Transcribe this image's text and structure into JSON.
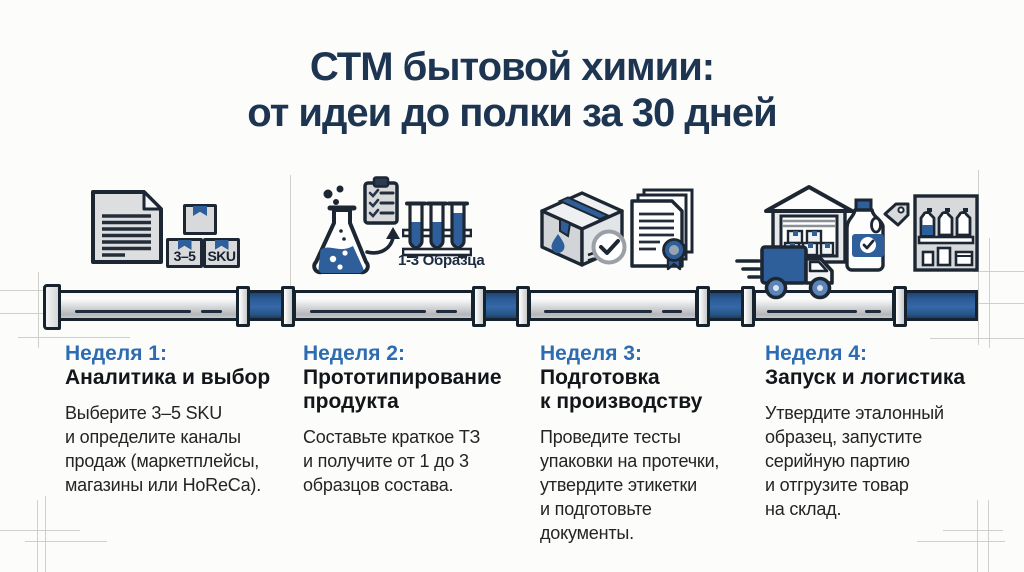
{
  "title": {
    "line1": "СТМ бытовой химии:",
    "line2": "от идеи до полки за 30 дней"
  },
  "colors": {
    "title_navy": "#1e3551",
    "week_label_blue": "#2e6cb2",
    "heading_black": "#121519",
    "body_text": "#242424",
    "pipe_blue": "#2e5f9b",
    "pipe_gray": "#d9dadb",
    "outline_navy": "#17222f",
    "icon_gray": "#d7d9db"
  },
  "icons": {
    "week1": {
      "names": [
        "document-icon",
        "parcel-boxes-icon"
      ],
      "box_label_left": "3–5",
      "box_label_right": "SKU"
    },
    "week2": {
      "names": [
        "flask-icon",
        "checklist-clipboard-icon",
        "arrow-up-icon",
        "test-tubes-icon"
      ],
      "samples_label": "1-3 Образца"
    },
    "week3": {
      "names": [
        "sealed-box-check-icon",
        "certificate-documents-icon"
      ]
    },
    "week4": {
      "names": [
        "warehouse-icon",
        "delivery-truck-icon",
        "detergent-bottle-tag-icon",
        "store-shelf-icon"
      ]
    }
  },
  "weeks": [
    {
      "label": "Неделя 1:",
      "heading": "Аналитика и выбор",
      "body": "Выберите 3–5 SKU\nи определите каналы\nпродаж (маркетплейсы,\nмагазины или HoReCa)."
    },
    {
      "label": "Неделя 2:",
      "heading": "Прототипирование\nпродукта",
      "body": "Составьте краткое ТЗ\nи получите от 1 до 3\nобразцов состава."
    },
    {
      "label": "Неделя 3:",
      "heading": "Подготовка\nк производству",
      "body": "Проведите тесты\nупаковки на протечки,\nутвердите этикетки\nи подготовьте\nдокументы."
    },
    {
      "label": "Неделя 4:",
      "heading": "Запуск и логистика",
      "body": "Утвердите эталонный\nобразец, запустите\nсерийную партию\nи отгрузите товар\nна склад."
    }
  ]
}
